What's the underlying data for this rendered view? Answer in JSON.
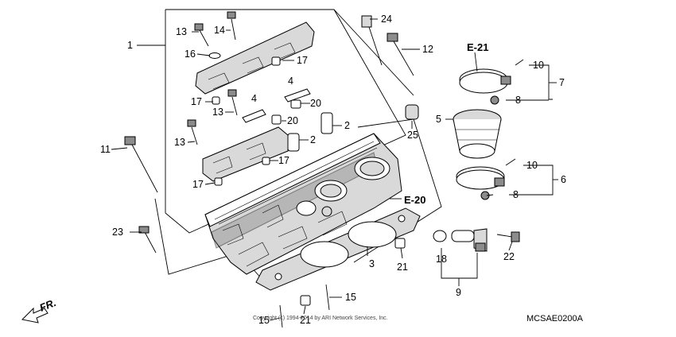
{
  "diagram": {
    "callouts": [
      {
        "id": "1",
        "text": "1"
      },
      {
        "id": "2a",
        "text": "2"
      },
      {
        "id": "2b",
        "text": "2"
      },
      {
        "id": "3",
        "text": "3"
      },
      {
        "id": "4a",
        "text": "4"
      },
      {
        "id": "4b",
        "text": "4"
      },
      {
        "id": "5",
        "text": "5"
      },
      {
        "id": "6",
        "text": "6"
      },
      {
        "id": "7",
        "text": "7"
      },
      {
        "id": "8a",
        "text": "8"
      },
      {
        "id": "8b",
        "text": "8"
      },
      {
        "id": "9",
        "text": "9"
      },
      {
        "id": "10a",
        "text": "10"
      },
      {
        "id": "10b",
        "text": "10"
      },
      {
        "id": "11",
        "text": "11"
      },
      {
        "id": "12",
        "text": "12"
      },
      {
        "id": "13a",
        "text": "13"
      },
      {
        "id": "13b",
        "text": "13"
      },
      {
        "id": "13c",
        "text": "13"
      },
      {
        "id": "14",
        "text": "14"
      },
      {
        "id": "15a",
        "text": "15"
      },
      {
        "id": "15b",
        "text": "15"
      },
      {
        "id": "16",
        "text": "16"
      },
      {
        "id": "17a",
        "text": "17"
      },
      {
        "id": "17b",
        "text": "17"
      },
      {
        "id": "17c",
        "text": "17"
      },
      {
        "id": "17d",
        "text": "17"
      },
      {
        "id": "18",
        "text": "18"
      },
      {
        "id": "20a",
        "text": "20"
      },
      {
        "id": "20b",
        "text": "20"
      },
      {
        "id": "21a",
        "text": "21"
      },
      {
        "id": "21b",
        "text": "21"
      },
      {
        "id": "22",
        "text": "22"
      },
      {
        "id": "23",
        "text": "23"
      },
      {
        "id": "24",
        "text": "24"
      },
      {
        "id": "25",
        "text": "25"
      }
    ],
    "references": [
      {
        "id": "e21",
        "text": "E-21"
      },
      {
        "id": "e20",
        "text": "E-20"
      }
    ],
    "front_marker": "FR.",
    "diagram_code": "MCSAE0200A",
    "copyright": "Copyright (c) 1994-2014 by ARI Network Services, Inc.",
    "colors": {
      "ink": "#000000",
      "background": "#ffffff",
      "shade": "#d9d9d9",
      "dark": "#8c8c8c"
    }
  }
}
